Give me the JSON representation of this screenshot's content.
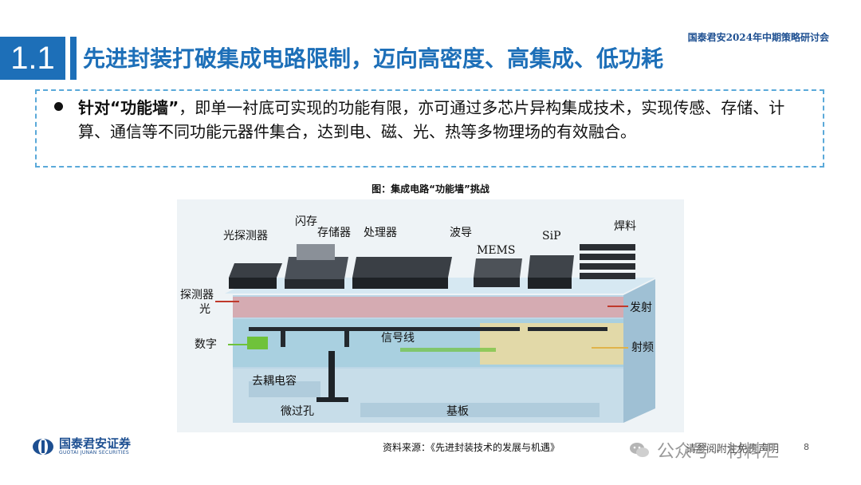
{
  "header": {
    "event": "国泰君安2024年中期策略研讨会",
    "section_number": "1.1",
    "title": "先进封装打破集成电路限制，迈向高密度、高集成、低功耗"
  },
  "bullet": {
    "bold": "针对“功能墙”",
    "text": "，即单一衬底可实现的功能有限，亦可通过多芯片异构集成技术，实现传感、存储、计算、通信等不同功能元器件集合，达到电、磁、光、热等多物理场的有效融合。"
  },
  "figure": {
    "caption": "图：集成电路“功能墙”挑战",
    "labels": {
      "photodetector": "光探测器",
      "flash": "闪存",
      "memory": "存储器",
      "processor": "处理器",
      "waveguide": "波导",
      "mems": "MEMS",
      "sip": "SiP",
      "solder": "焊料",
      "detector": "探测器",
      "light": "光",
      "emit": "发射",
      "digital": "数字",
      "signal_line": "信号线",
      "rf": "射频",
      "decoupling_cap": "去耦电容",
      "microvia": "微过孔",
      "substrate": "基板"
    }
  },
  "footer": {
    "company_cn": "国泰君安证券",
    "company_en": "GUOTAI JUNAN SECURITIES",
    "source": "资料来源：《先进封装技术的发展与机遇》",
    "disclaimer": "请参阅附注免责声明",
    "page": "8",
    "wechat": "公众号 · 材料汇"
  },
  "colors": {
    "brand_blue": "#1d6fb8",
    "dashed_border": "#5aa9d9"
  }
}
